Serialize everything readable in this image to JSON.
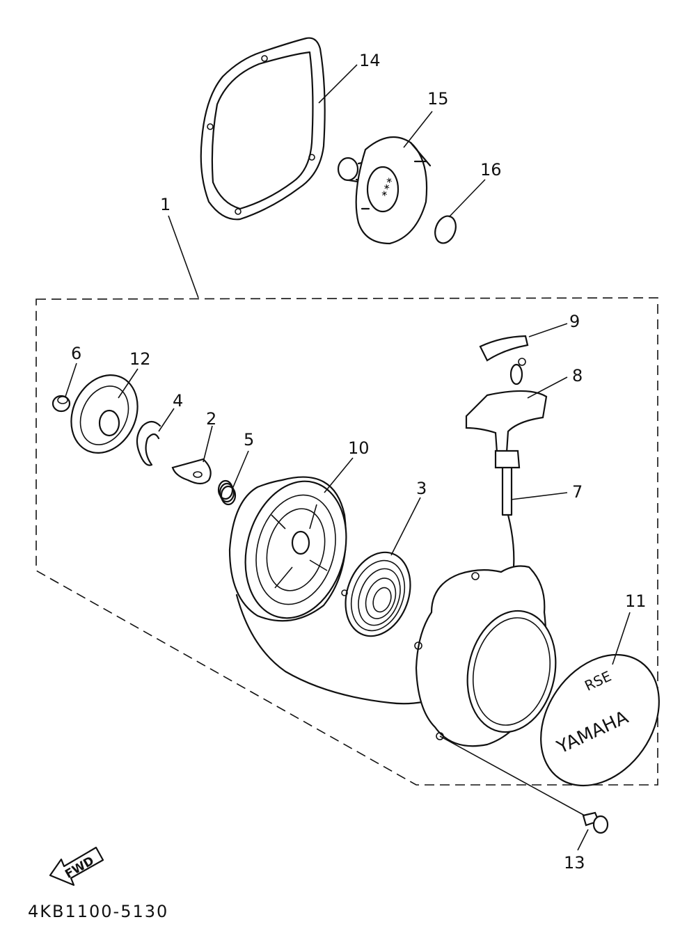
{
  "diagram": {
    "drawing_code": "4KB1100-5130",
    "fwd_label": "FWD",
    "emblem_text": "YAMAHA",
    "emblem_subtext": "RSE",
    "callouts": [
      {
        "id": "callout-1",
        "label": "1"
      },
      {
        "id": "callout-2",
        "label": "2"
      },
      {
        "id": "callout-3",
        "label": "3"
      },
      {
        "id": "callout-4",
        "label": "4"
      },
      {
        "id": "callout-5",
        "label": "5"
      },
      {
        "id": "callout-6",
        "label": "6"
      },
      {
        "id": "callout-7",
        "label": "7"
      },
      {
        "id": "callout-8",
        "label": "8"
      },
      {
        "id": "callout-9",
        "label": "9"
      },
      {
        "id": "callout-10",
        "label": "10"
      },
      {
        "id": "callout-11",
        "label": "11"
      },
      {
        "id": "callout-12",
        "label": "12"
      },
      {
        "id": "callout-13",
        "label": "13"
      },
      {
        "id": "callout-14",
        "label": "14"
      },
      {
        "id": "callout-15",
        "label": "15"
      },
      {
        "id": "callout-16",
        "label": "16"
      }
    ]
  }
}
